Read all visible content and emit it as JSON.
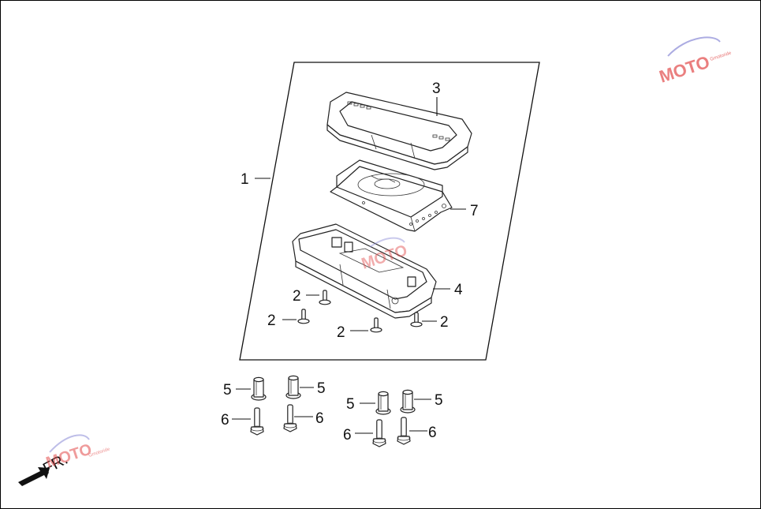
{
  "diagram": {
    "callouts": {
      "assembly": "1",
      "bolt": "2",
      "cover": "3",
      "case": "4",
      "collar": "5",
      "screw": "6",
      "display_unit": "7"
    },
    "direction_label": "FR.",
    "watermark": {
      "brand": "MOTO",
      "small_text": "Gmotoride"
    }
  },
  "colors": {
    "line": "#222222",
    "watermark": "#dd3333"
  }
}
